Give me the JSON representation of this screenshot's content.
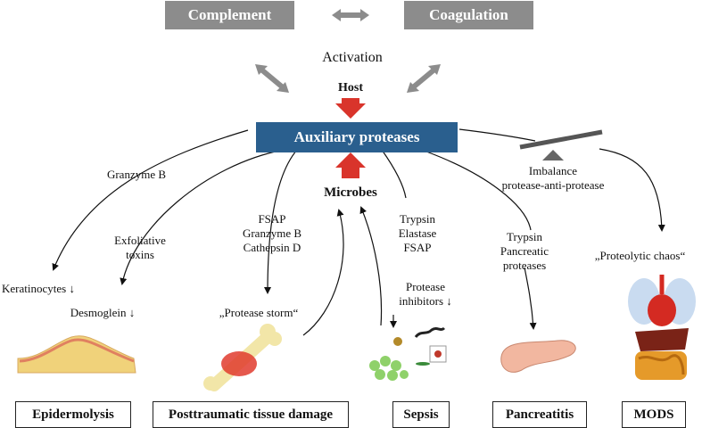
{
  "top": {
    "complement": "Complement",
    "coagulation": "Coagulation",
    "activation": "Activation",
    "host": "Host"
  },
  "center": {
    "auxiliary": "Auxiliary proteases",
    "microbes": "Microbes"
  },
  "labels": {
    "granzyme_b": "Granzyme B",
    "exfoliative": [
      "Exfoliative",
      "toxins"
    ],
    "fsap_group": [
      "FSAP",
      "Granzyme B",
      "Cathepsin D"
    ],
    "trypsin_group": [
      "Trypsin",
      "Elastase",
      "FSAP"
    ],
    "trypsin_pancreatic": [
      "Trypsin",
      "Pancreatic",
      "proteases"
    ],
    "imbalance": [
      "Imbalance",
      "protease-anti-protease"
    ],
    "keratinocytes": "Keratinocytes ↓",
    "desmoglein": "Desmoglein ↓",
    "protease_storm": "„Protease storm“",
    "protease_inhibitors": [
      "Protease",
      "inhibitors ↓"
    ],
    "proteolytic_chaos": "„Proteolytic chaos“"
  },
  "diseases": {
    "epidermolysis": "Epidermolysis",
    "posttraumatic": "Posttraumatic tissue damage",
    "sepsis": "Sepsis",
    "pancreatitis": "Pancreatitis",
    "mods": "MODS"
  },
  "colors": {
    "grey_box": "#8c8c8c",
    "blue_box": "#2a5f8e",
    "red_arrow": "#d9342b",
    "grey_arrow": "#8c8c8c"
  }
}
